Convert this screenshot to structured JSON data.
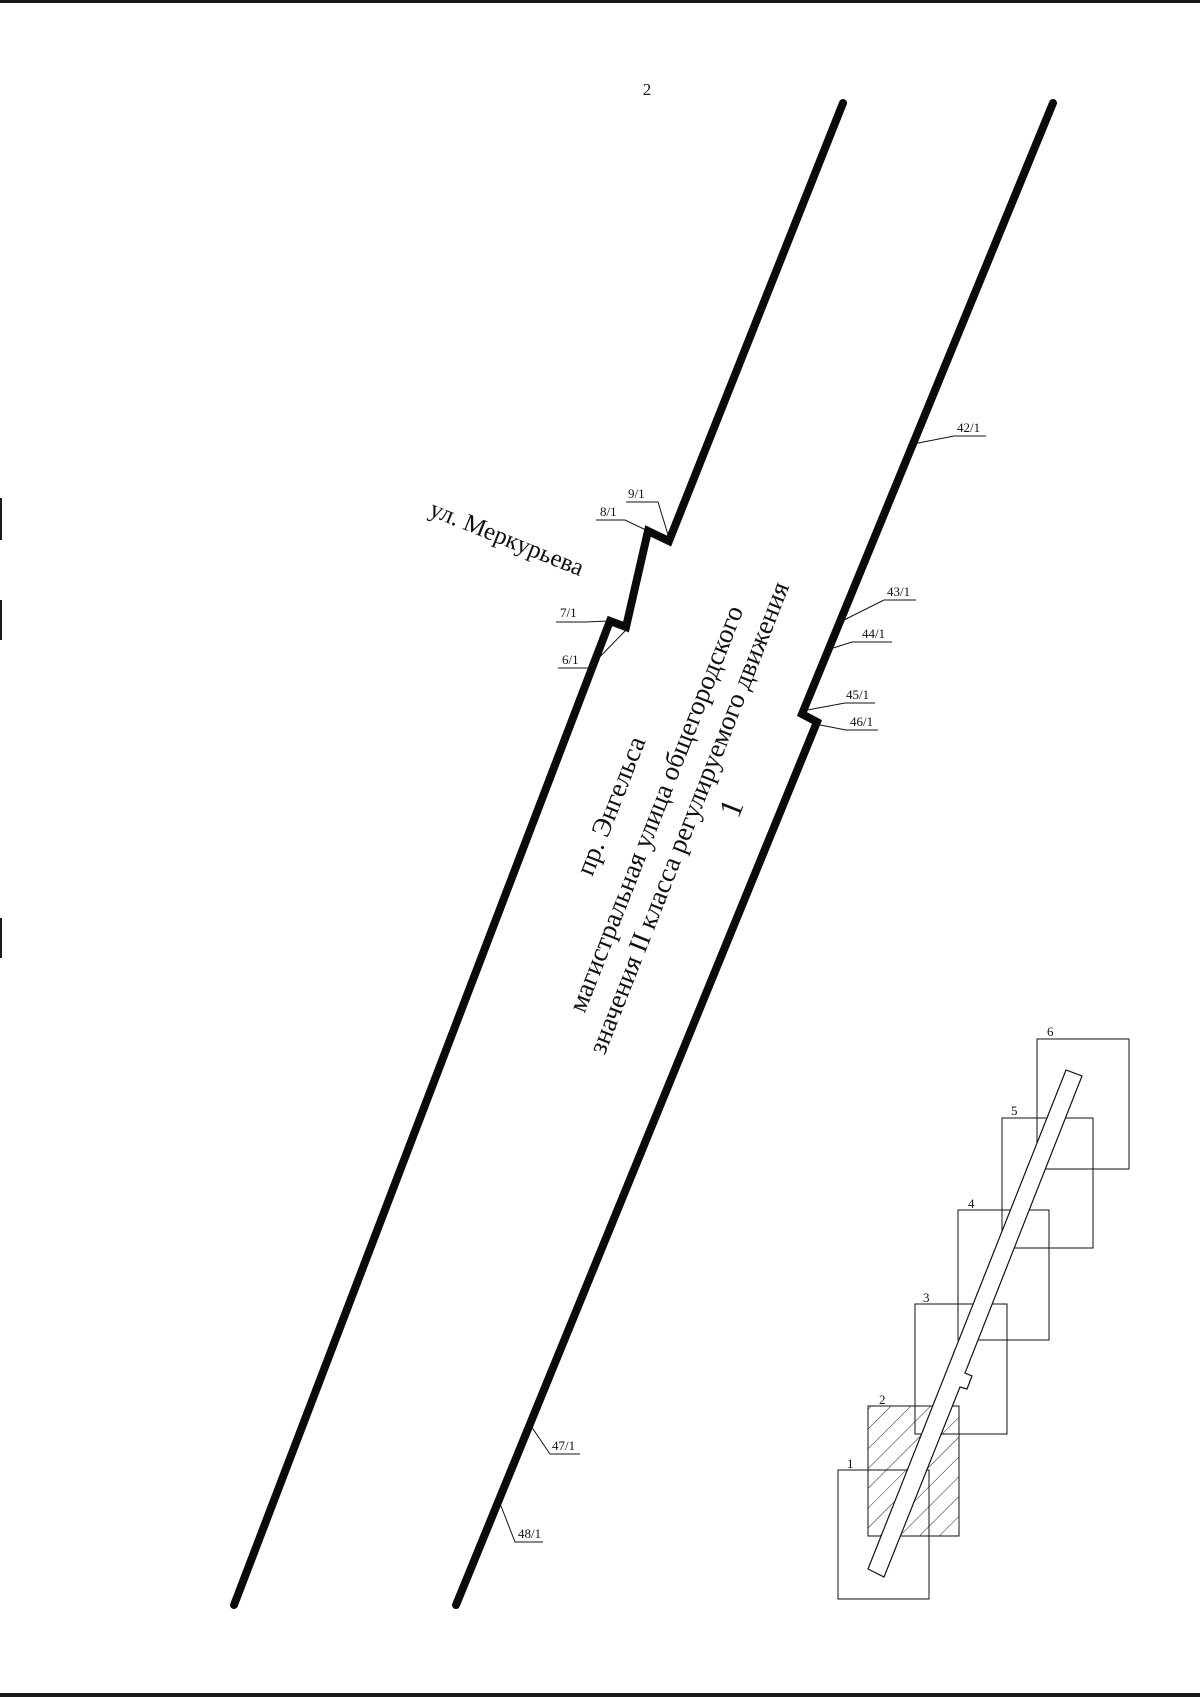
{
  "page_number": "2",
  "street_label": "ул. Меркурьева",
  "road": {
    "line1": "пр. Энгельса",
    "line2": "магистральная улица общегородского",
    "line3": "значения II класса регулируемого движения",
    "zone_number": "1"
  },
  "point_labels": [
    "9/1",
    "8/1",
    "7/1",
    "6/1",
    "42/1",
    "43/1",
    "44/1",
    "45/1",
    "46/1",
    "47/1",
    "48/1"
  ],
  "index_map": {
    "sheets": [
      "1",
      "2",
      "3",
      "4",
      "5",
      "6"
    ],
    "highlighted_sheet": "2"
  }
}
